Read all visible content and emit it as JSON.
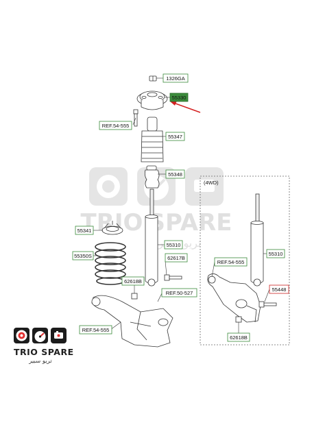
{
  "watermark": {
    "name": "TRIO SPARE",
    "name_parts": [
      "TRIO",
      "SPARE"
    ],
    "arabic": "تريو سبير"
  },
  "brand": {
    "name": "TRIO SPARE",
    "arabic": "تريو سبير"
  },
  "labels": {
    "p1326GA": "1326GA",
    "p55330": "55330",
    "ref_54_555_top": "REF.54-555",
    "p55347": "55347",
    "p55348": "55348",
    "p55341": "55341",
    "p55310_left": "55310",
    "p55350S": "55350S",
    "p62617B": "62617B",
    "p62618B_left": "62618B",
    "ref_50_527": "REF.50-527",
    "ref_54_555_bottom": "REF.54-555",
    "fourwd": "(4WD)",
    "p55310_right": "55310",
    "ref_54_555_right": "REF.54-555",
    "p55448": "55448",
    "p62618B_right": "62618B"
  },
  "colors": {
    "label_border_green": "#3a8a3a",
    "label_border_red": "#cc2222",
    "highlight_fill": "#3c8c3c",
    "arrow": "#d42020",
    "line": "#333333",
    "watermark": "#c8c8c8"
  }
}
